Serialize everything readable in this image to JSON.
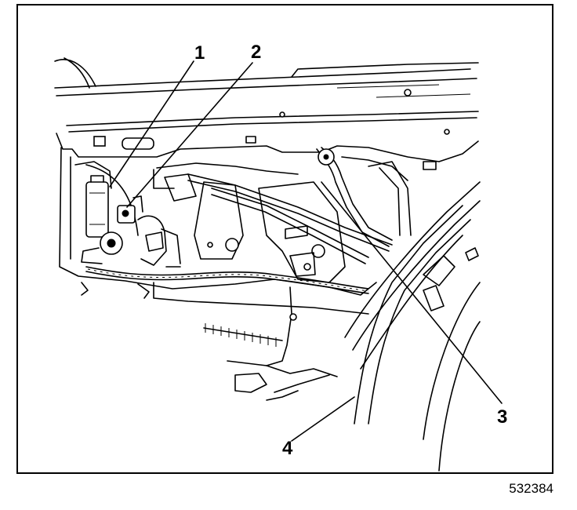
{
  "callouts": {
    "one": "1",
    "two": "2",
    "three": "3",
    "four": "4"
  },
  "figure_id": "532384",
  "colors": {
    "ink": "#000000",
    "paper": "#ffffff"
  }
}
